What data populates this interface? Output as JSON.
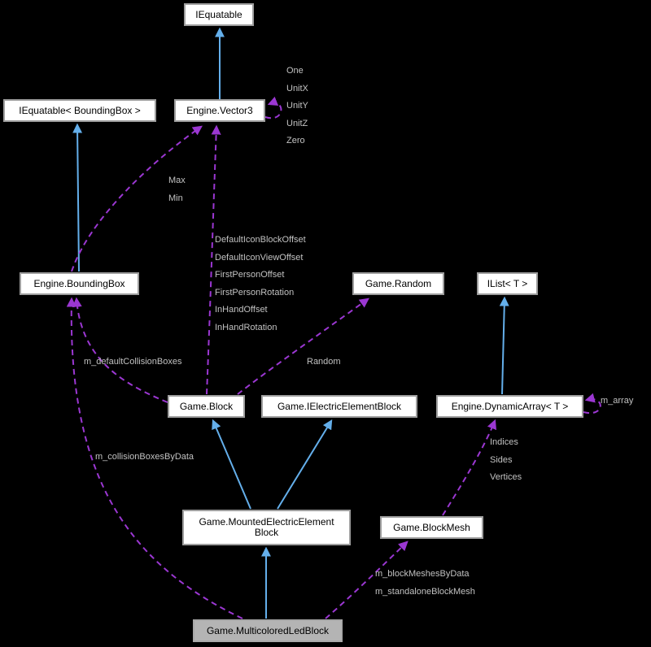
{
  "colors": {
    "background": "#000000",
    "node_fill": "#ffffff",
    "node_border": "#9e9e9e",
    "node_text": "#000000",
    "highlight_fill": "#b4b4b4",
    "highlight_border": "#a8a8a8",
    "label_text": "#c2c2c2",
    "inherit_arrow": "#64afeb",
    "usage_arrow": "#9b37d2"
  },
  "nodes": {
    "iequatable": {
      "label": "IEquatable"
    },
    "iequatable_boundingbox": {
      "label": "IEquatable< BoundingBox >"
    },
    "vector3": {
      "label": "Engine.Vector3"
    },
    "boundingbox": {
      "label": "Engine.BoundingBox"
    },
    "random": {
      "label": "Game.Random"
    },
    "ilist": {
      "label": "IList< T >"
    },
    "block": {
      "label": "Game.Block"
    },
    "ielectricelementblock": {
      "label": "Game.IElectricElementBlock"
    },
    "dynamicarray": {
      "label": "Engine.DynamicArray< T >"
    },
    "mountedelectricelementblock": {
      "line1": "Game.MountedElectricElement",
      "line2": "Block"
    },
    "blockmesh": {
      "label": "Game.BlockMesh"
    },
    "multicoloredledblock": {
      "label": "Game.MulticoloredLedBlock"
    }
  },
  "edge_labels": {
    "vector3_self": [
      "One",
      "UnitX",
      "UnitY",
      "UnitZ",
      "Zero"
    ],
    "boundingbox_vector3": [
      "Max",
      "Min"
    ],
    "block_vector3": [
      "DefaultIconBlockOffset",
      "DefaultIconViewOffset",
      "FirstPersonOffset",
      "FirstPersonRotation",
      "InHandOffset",
      "InHandRotation"
    ],
    "block_boundingbox": "m_defaultCollisionBoxes",
    "block_random": "Random",
    "dynamicarray_self": "m_array",
    "blockmesh_dynamicarray": [
      "Indices",
      "Sides",
      "Vertices"
    ],
    "led_boundingbox": "m_collisionBoxesByData",
    "led_blockmesh": [
      "m_blockMeshesByData",
      "m_standaloneBlockMesh"
    ]
  }
}
